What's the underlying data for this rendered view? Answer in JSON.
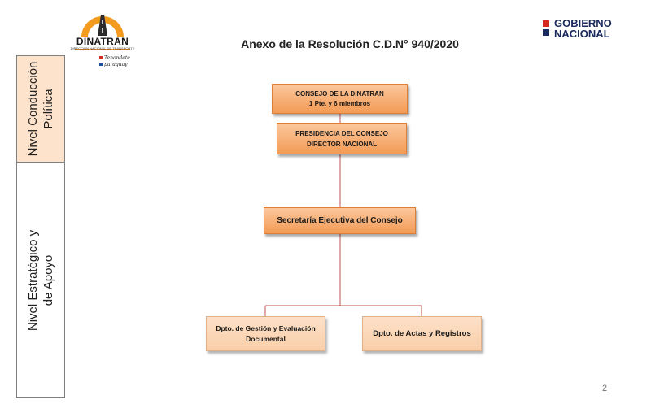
{
  "header": {
    "org_name": "DINATRAN",
    "org_subtitle": "DIRECCION NACIONAL DE TRANSPORTE",
    "slogan_line1": "Tenondete",
    "slogan_line2": "paraguay",
    "government_line1": "GOBIERNO",
    "government_line2": "NACIONAL",
    "title": "Anexo de la Resolución C.D.N° 940/2020"
  },
  "levels": [
    {
      "label_line1": "Nivel Conducción",
      "label_line2": "Política"
    },
    {
      "label_line1": "Nivel Estratégico y",
      "label_line2": "de Apoyo"
    }
  ],
  "org_chart": {
    "council": {
      "line1": "CONSEJO DE LA DINATRAN",
      "line2": "1 Pte. y 6 miembros"
    },
    "presidency": {
      "line1": "PRESIDENCIA DEL CONSEJO",
      "line2": "DIRECTOR NACIONAL"
    },
    "secretariat": "Secretaría Ejecutiva del Consejo",
    "departments": [
      {
        "line1": "Dpto. de Gestión y Evaluación",
        "line2": "Documental"
      },
      {
        "line1": "Dpto. de Actas y Registros"
      }
    ]
  },
  "page_number": "2",
  "colors": {
    "box_orange": "#f39b55",
    "box_light": "#f9cfa9",
    "level_fill": "#fde2cc",
    "connector": "#c0504d",
    "gov_blue": "#1b2a5c",
    "gov_red": "#d52b1e"
  },
  "icons": [
    "dinatran-road-logo",
    "paraguay-flag-squares"
  ]
}
